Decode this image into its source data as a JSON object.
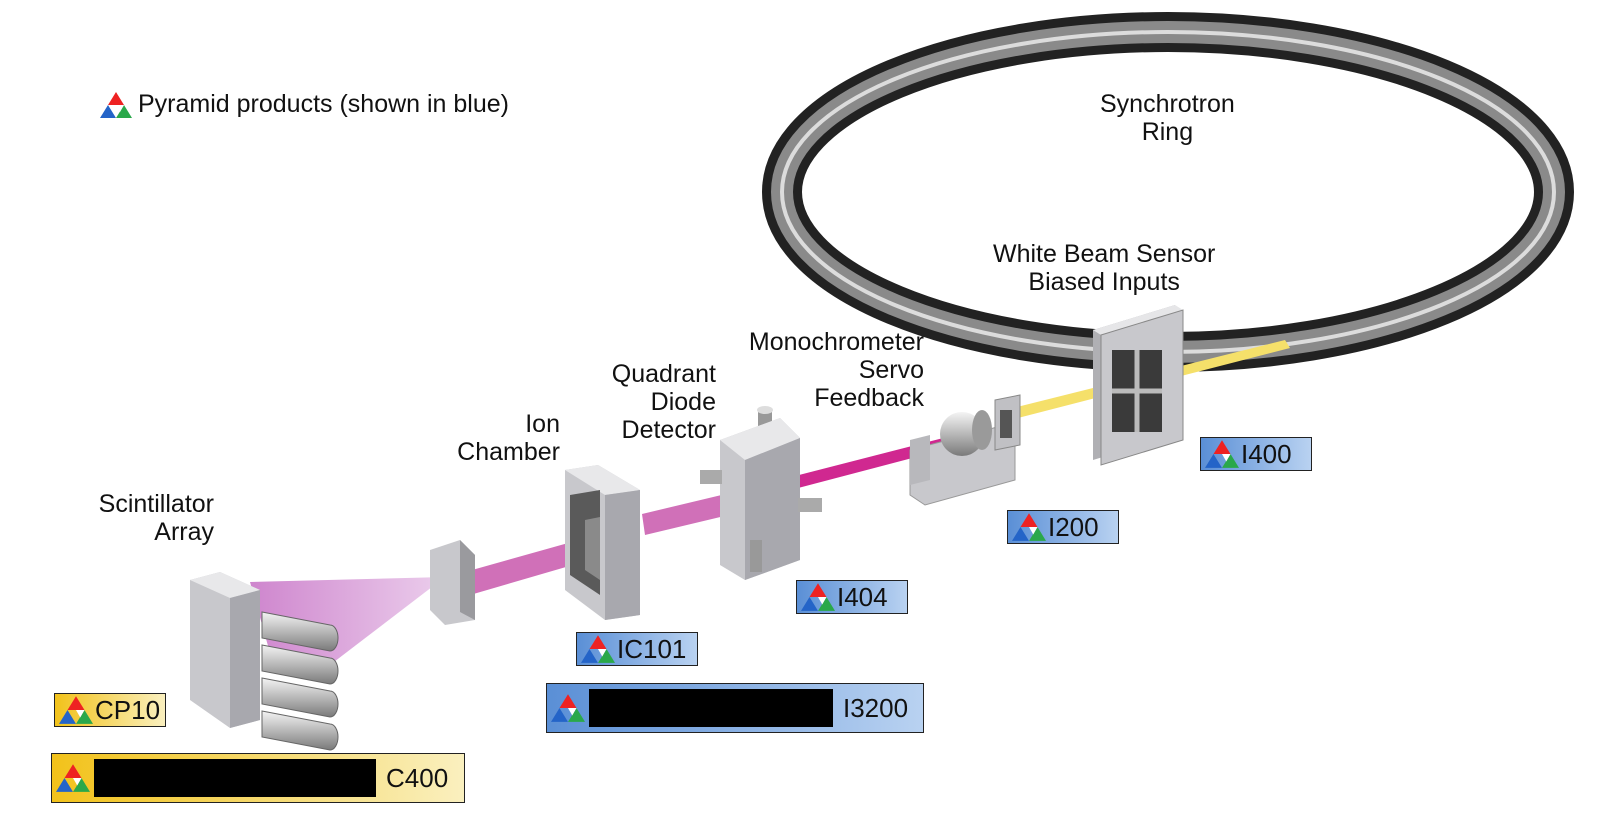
{
  "legend": {
    "text": "Pyramid products (shown in blue)",
    "icon": "pyramid-logo-icon"
  },
  "components": {
    "synchrotron": [
      "Synchrotron",
      "Ring"
    ],
    "white_beam": [
      "White Beam Sensor",
      "Biased Inputs"
    ],
    "monochrometer": [
      "Monochrometer",
      "Servo",
      "Feedback"
    ],
    "quadrant": [
      "Quadrant",
      "Diode",
      "Detector"
    ],
    "ion_chamber": [
      "Ion",
      "Chamber"
    ],
    "scintillator": [
      "Scintillator",
      "Array"
    ]
  },
  "products": {
    "i400": "I400",
    "i200": "I200",
    "i404": "I404",
    "ic101": "IC101",
    "i3200": "I3200",
    "cp10": "CP10",
    "c400": "C400"
  },
  "colors": {
    "blue_badge": "#5a8fd6",
    "gold_badge": "#f2c21a",
    "beam_yellow": "#f5e06a",
    "beam_magenta": "#d02890",
    "beam_pink": "#d070b8",
    "ring_dark": "#2a2a2a",
    "equipment_gray": "#c8c8cc"
  }
}
